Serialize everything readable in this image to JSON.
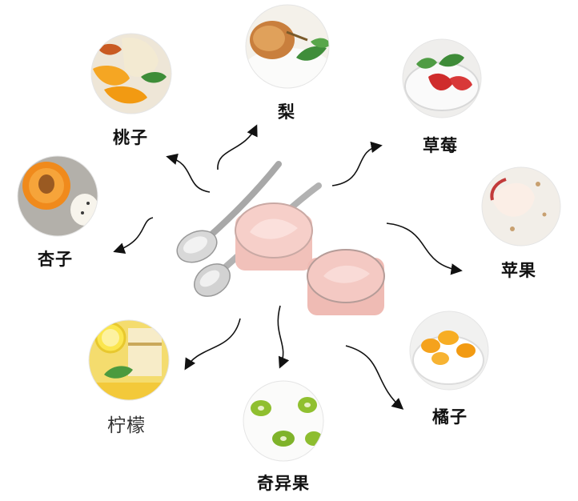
{
  "center": {
    "icon": "yogurt-jars-with-spoons"
  },
  "fruits": [
    {
      "id": "pear",
      "label": "梨",
      "icon": "pear-yogurt-photo"
    },
    {
      "id": "strawberry",
      "label": "草莓",
      "icon": "strawberry-yogurt-photo"
    },
    {
      "id": "apple",
      "label": "苹果",
      "icon": "apple-slice-photo"
    },
    {
      "id": "orange",
      "label": "橘子",
      "icon": "orange-yogurt-photo"
    },
    {
      "id": "kiwi",
      "label": "奇异果",
      "icon": "kiwi-yogurt-photo"
    },
    {
      "id": "lemon",
      "label": "柠檬",
      "icon": "lemon-dessert-photo"
    },
    {
      "id": "apricot",
      "label": "杏子",
      "icon": "apricot-photo"
    },
    {
      "id": "peach",
      "label": "桃子",
      "icon": "peach-photo"
    }
  ]
}
